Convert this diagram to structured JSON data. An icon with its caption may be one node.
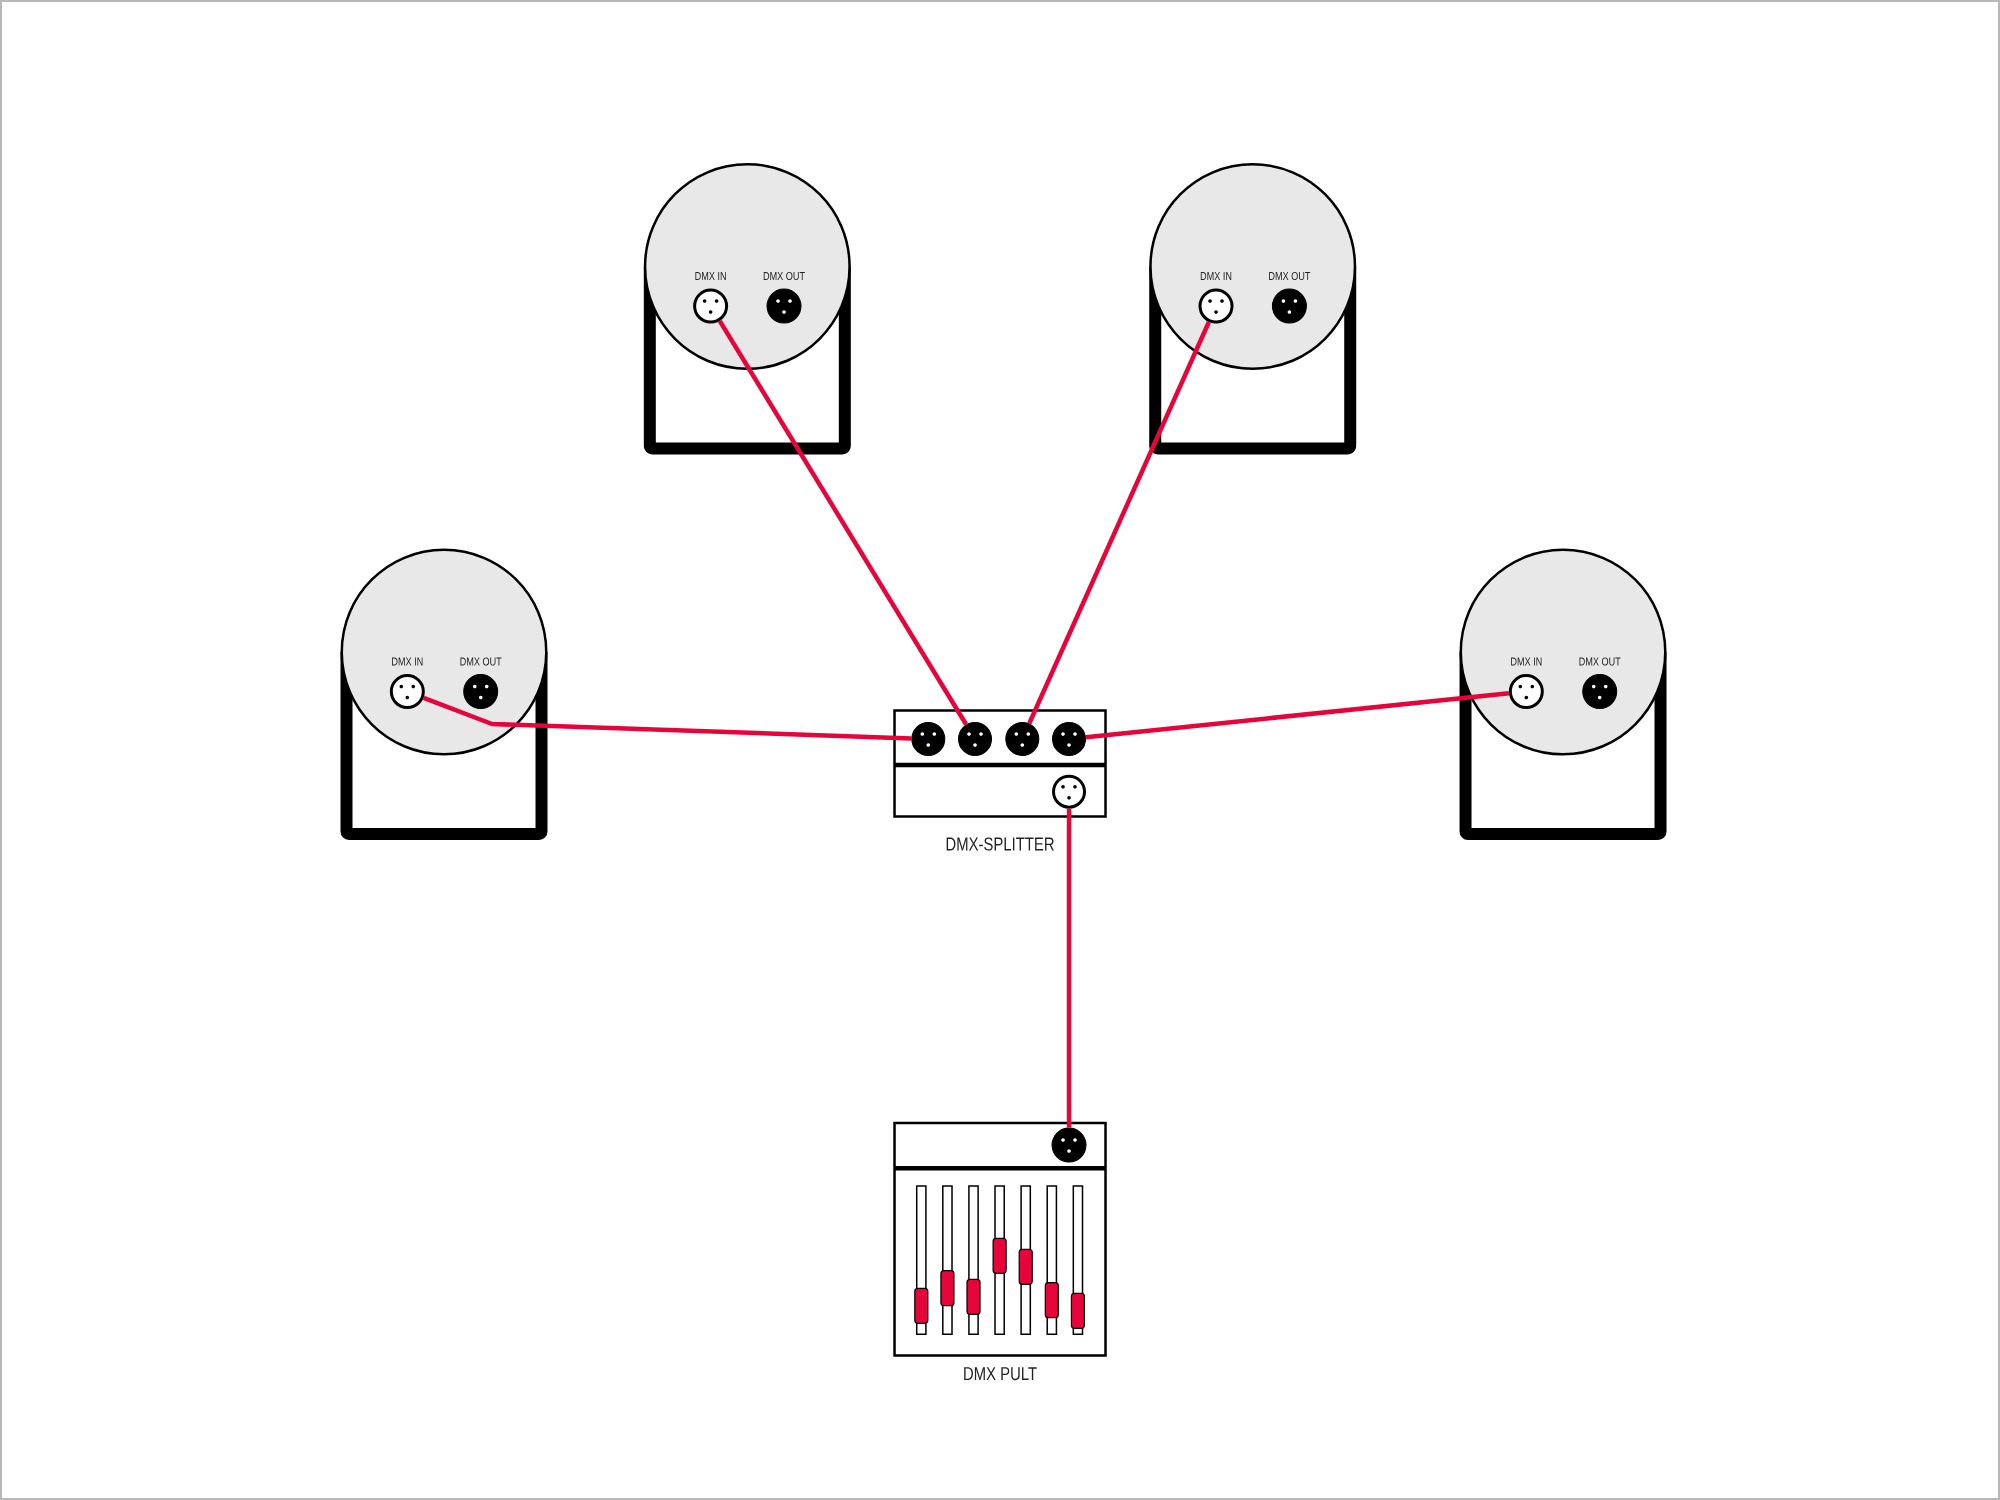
{
  "diagram": {
    "nodes": [
      {
        "text": [],
        "shape": "circle"
      },
      {
        "text": [],
        "shape": "circle",
        "in": 0,
        "beside": [
          "DMX IN"
        ]
      },
      {
        "text": [],
        "shape": "circle",
        "in": 0,
        "beside": [
          "DMX OUT"
        ]
      },
      {
        "text": [],
        "shape": "circle"
      },
      {
        "text": [],
        "shape": "circle",
        "in": 3,
        "beside": [
          "DMX IN"
        ]
      },
      {
        "text": [],
        "shape": "circle",
        "in": 3,
        "beside": [
          "DMX OUT"
        ]
      },
      {
        "text": [],
        "shape": "circle"
      },
      {
        "text": [],
        "shape": "circle",
        "in": 6,
        "beside": [
          "DMX IN"
        ]
      },
      {
        "text": [],
        "shape": "circle",
        "in": 6,
        "beside": [
          "DMX OUT"
        ]
      },
      {
        "text": [],
        "shape": "circle"
      },
      {
        "text": [],
        "shape": "circle",
        "in": 9,
        "beside": [
          "DMX IN"
        ]
      },
      {
        "text": [],
        "shape": "circle",
        "in": 9,
        "beside": [
          "DMX OUT"
        ]
      },
      {
        "text": [
          "DMX-SPLITTER"
        ]
      },
      {
        "text": [],
        "shape": "circle",
        "in": 12
      },
      {
        "text": [],
        "shape": "circle",
        "in": 12
      },
      {
        "text": [],
        "shape": "circle",
        "in": 12
      },
      {
        "text": [],
        "shape": "circle",
        "in": 12
      },
      {
        "text": [],
        "shape": "circle",
        "in": 12
      },
      {
        "text": [
          "DMX PULT"
        ]
      },
      {
        "text": [],
        "shape": "circle",
        "in": 18
      }
    ],
    "edges": [
      {
        "from": 19,
        "to": 17,
        "arrow": "none"
      },
      {
        "from": 13,
        "to": 7,
        "arrow": "none"
      },
      {
        "from": 14,
        "to": 1,
        "arrow": "none"
      },
      {
        "from": 15,
        "to": 4,
        "arrow": "none"
      },
      {
        "from": 16,
        "to": 10,
        "arrow": "none"
      }
    ]
  }
}
